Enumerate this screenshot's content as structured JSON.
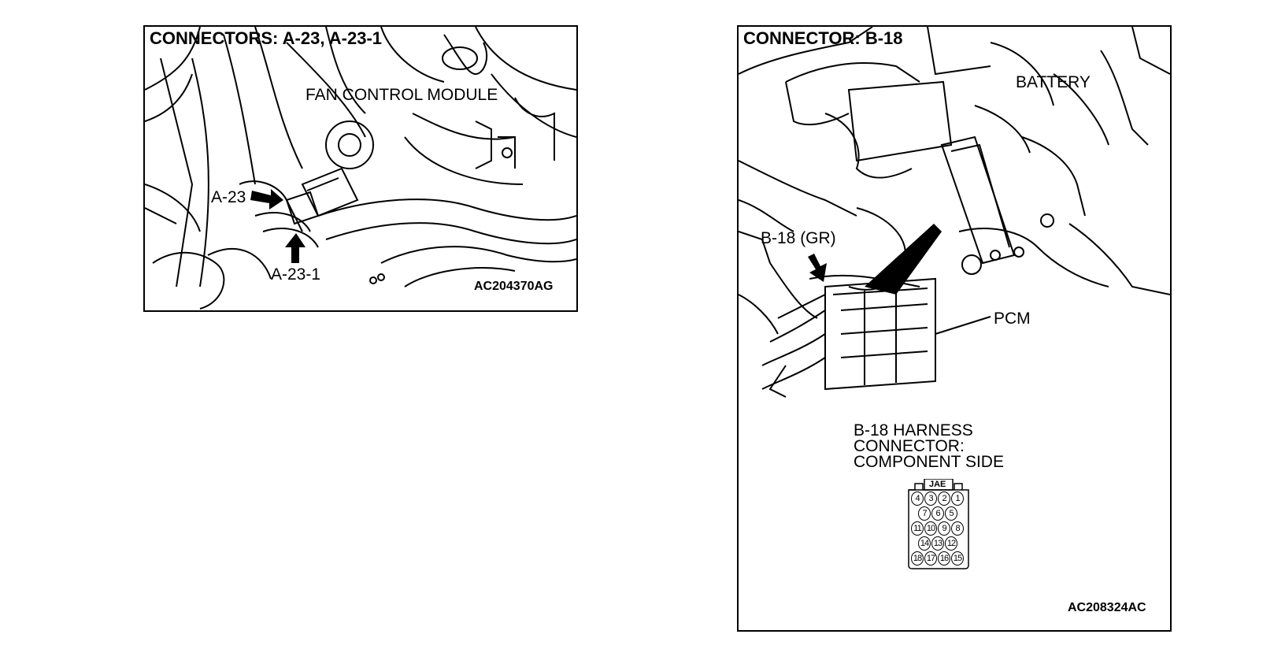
{
  "panels": [
    {
      "title": "CONNECTORS: A-23, A-23-1",
      "labels": {
        "fan_module": "FAN CONTROL MODULE",
        "connector_a23": "A-23",
        "connector_a231": "A-23-1"
      },
      "figure_code": "AC204370AG"
    },
    {
      "title": "CONNECTOR: B-18",
      "labels": {
        "battery": "BATTERY",
        "connector_b18": "B-18 (GR)",
        "pcm": "PCM"
      },
      "harness_note": {
        "line1": "B-18 HARNESS",
        "line2": "CONNECTOR:",
        "line3": "COMPONENT SIDE"
      },
      "connector_maker": "JAE",
      "pin_rows": [
        [
          "4",
          "3",
          "2",
          "1"
        ],
        [
          "7",
          "6",
          "5"
        ],
        [
          "11",
          "10",
          "9",
          "8"
        ],
        [
          "14",
          "13",
          "12"
        ],
        [
          "18",
          "17",
          "16",
          "15"
        ]
      ],
      "figure_code": "AC208324AC"
    }
  ]
}
